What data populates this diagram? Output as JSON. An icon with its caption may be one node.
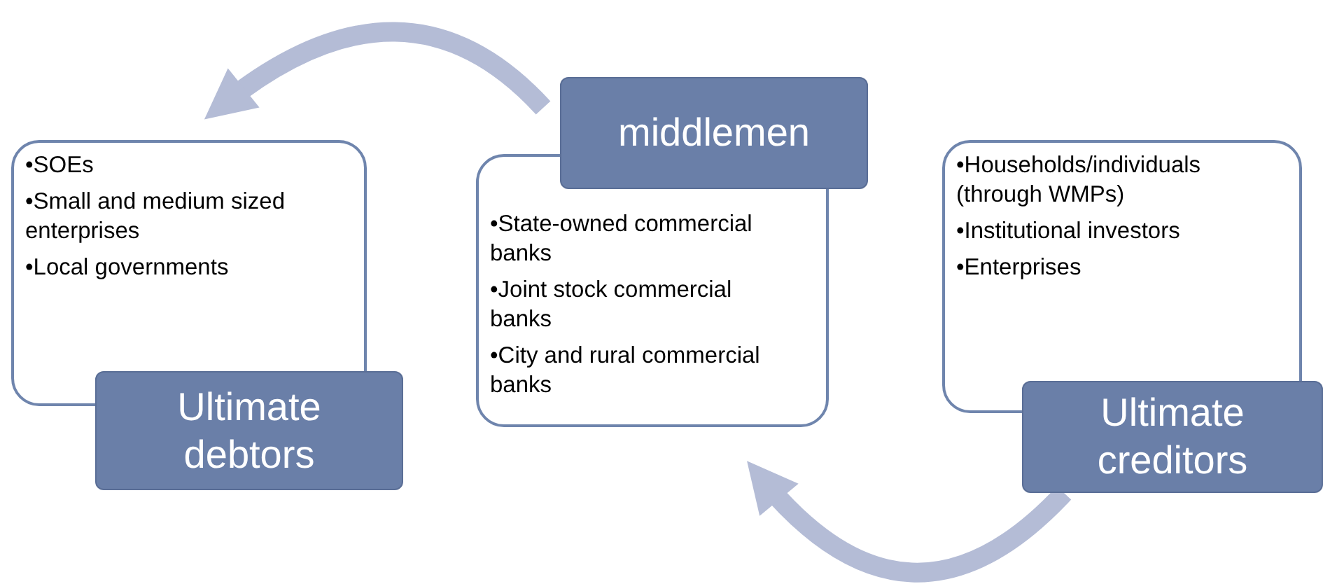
{
  "diagram": {
    "nodes": [
      {
        "text": [
          "•SOEs",
          "•Small and medium sized enterprises",
          "•Local governments"
        ]
      },
      {
        "text": [
          "Ultimate debtors"
        ]
      },
      {
        "text": [
          "•State-owned commercial banks",
          "•Joint stock commercial banks",
          "•City and rural commercial banks"
        ]
      },
      {
        "text": [
          "middlemen"
        ]
      },
      {
        "text": [
          "•Households/individuals (through WMPs)",
          "•Institutional investors",
          "•Enterprises"
        ]
      },
      {
        "text": [
          "Ultimate creditors"
        ]
      }
    ],
    "edges": [
      {
        "from": 3,
        "to": 0,
        "arrow": "to"
      },
      {
        "from": 5,
        "to": 2,
        "arrow": "to"
      }
    ]
  }
}
